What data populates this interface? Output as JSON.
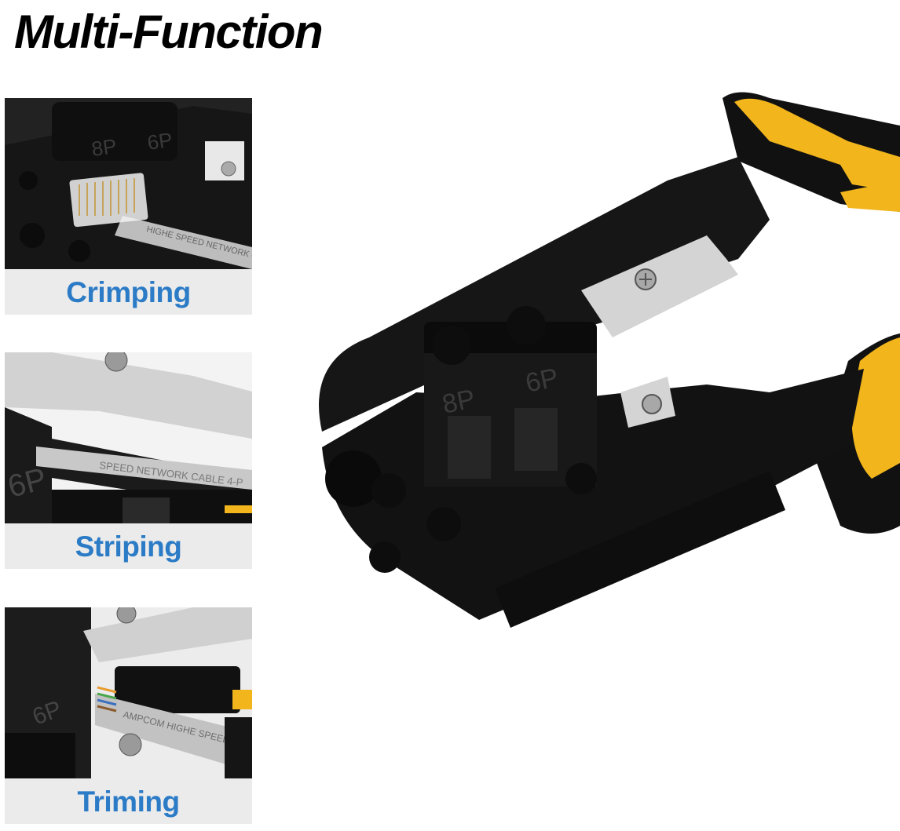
{
  "title": "Multi-Function",
  "colors": {
    "label_text": "#2b7bc6",
    "label_bg": "#ebebeb",
    "tool_body": "#1b1b1b",
    "grip_yellow": "#f2b51c",
    "blade_silver": "#cfcfcf"
  },
  "functions": [
    {
      "label": "Crimping",
      "icon": "crimping-photo",
      "jaw_marks": [
        "8P",
        "6P"
      ],
      "cable_text": "HIGHE SPEED NETWORK CABLE"
    },
    {
      "label": "Striping",
      "icon": "striping-photo",
      "jaw_marks": [
        "6P"
      ],
      "cable_text": "SPEED NETWORK CABLE 4-P"
    },
    {
      "label": "Triming",
      "icon": "trimming-photo",
      "jaw_marks": [
        "6P"
      ],
      "cable_text": "AMPCOM HIGHE SPEED NETWO"
    }
  ],
  "tool": {
    "icon": "crimping-tool-photo",
    "jaw_marks": [
      "8P",
      "6P"
    ]
  }
}
